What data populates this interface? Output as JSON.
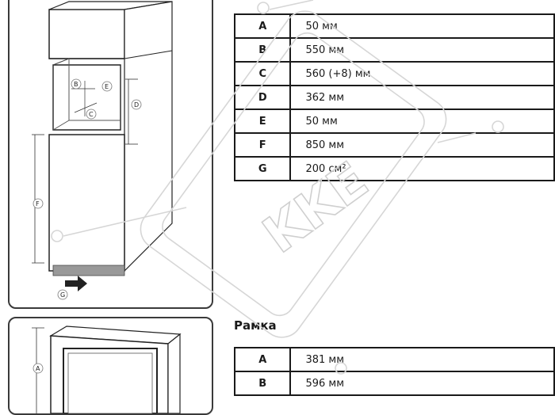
{
  "diagram": {
    "cabinet_labels": [
      "B",
      "E",
      "D",
      "C",
      "F",
      "G"
    ],
    "frame_labels": [
      "A"
    ]
  },
  "specs_table": [
    {
      "key": "A",
      "value": "50 мм"
    },
    {
      "key": "B",
      "value": "550 мм"
    },
    {
      "key": "C",
      "value": "560 (+8) мм"
    },
    {
      "key": "D",
      "value": "362 мм"
    },
    {
      "key": "E",
      "value": "50 мм"
    },
    {
      "key": "F",
      "value": "850 мм"
    },
    {
      "key": "G",
      "value": "200 см²"
    }
  ],
  "frame_section": {
    "title": "Рамка",
    "table": [
      {
        "key": "A",
        "value": "381 мм"
      },
      {
        "key": "B",
        "value": "596 мм"
      }
    ]
  },
  "watermark": {
    "text": "KKE",
    "color": "#d9d9d9"
  }
}
